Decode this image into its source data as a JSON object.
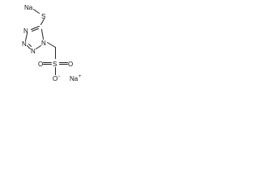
{
  "molecule": {
    "atoms": {
      "na_top": "Na",
      "s_thio": "S",
      "n1": "N",
      "n2": "N",
      "n3": "N",
      "n4": "N",
      "s_sulfonyl": "S",
      "o_top": "O",
      "o_bottom": "O",
      "o_left": "O",
      "o_minus": "−",
      "na_right": "Na",
      "na_plus": "+"
    }
  }
}
